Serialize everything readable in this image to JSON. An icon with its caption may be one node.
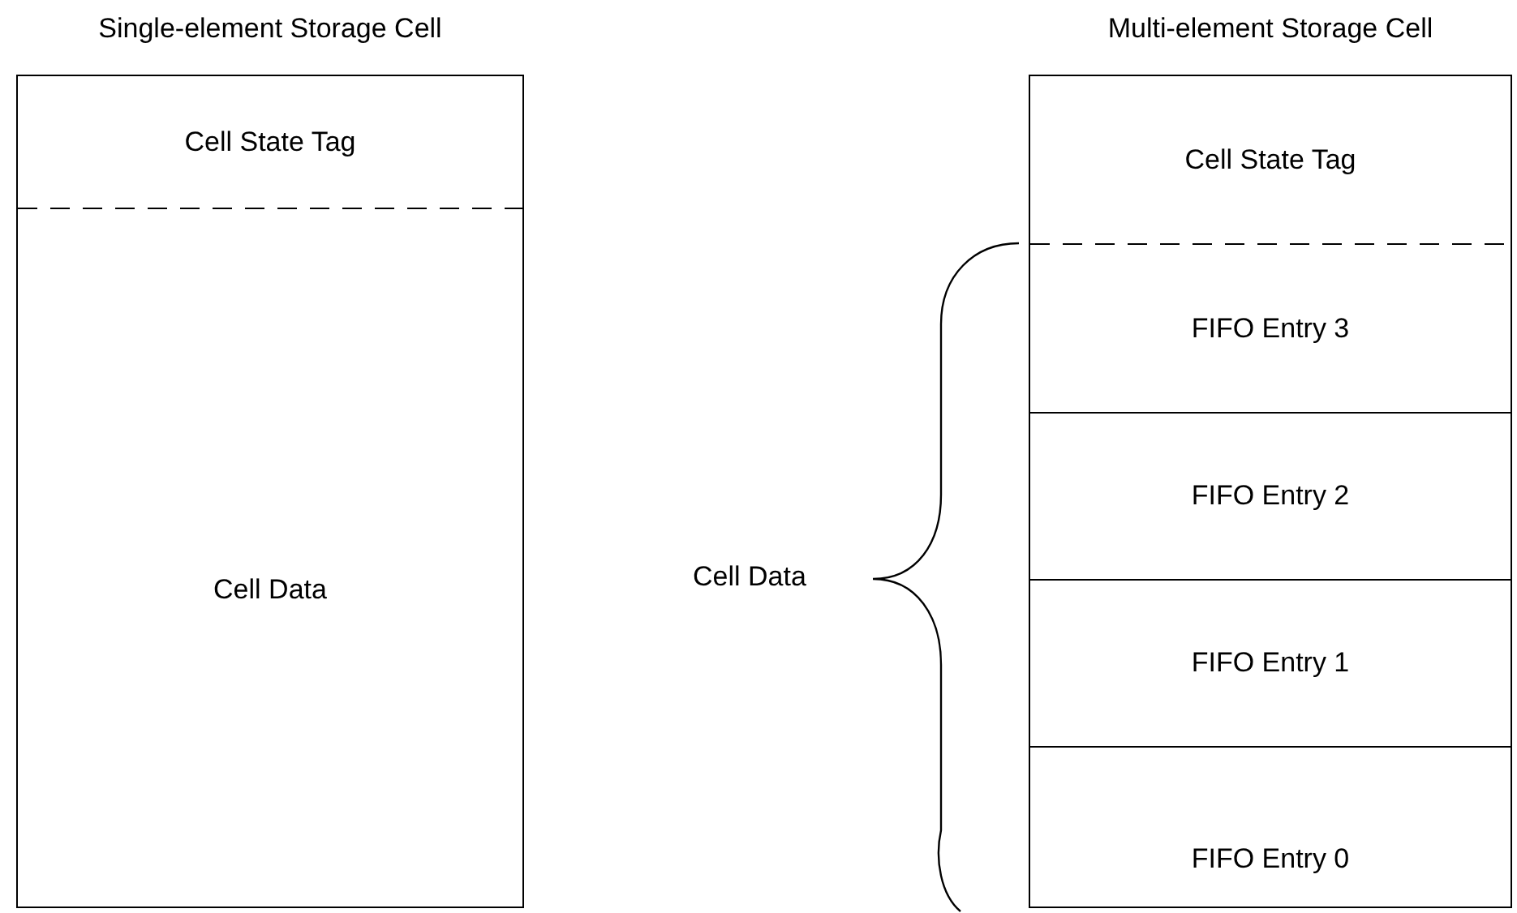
{
  "diagram": {
    "nodes": [
      {
        "text": [
          "Single-element Storage Cell"
        ]
      },
      {
        "text": [
          "Cell State Tag"
        ],
        "in": 0
      },
      {
        "text": [
          "Cell Data"
        ],
        "in": 0
      },
      {
        "text": [
          "Multi-element Storage Cell"
        ]
      },
      {
        "text": [
          "Cell State Tag"
        ],
        "in": 3
      },
      {
        "text": [
          "FIFO Entry 3"
        ],
        "in": 3
      },
      {
        "text": [
          "FIFO Entry 2"
        ],
        "in": 3
      },
      {
        "text": [
          "FIFO Entry 1"
        ],
        "in": 3
      },
      {
        "text": [
          "FIFO Entry 0"
        ],
        "in": 3
      }
    ],
    "edges": [],
    "labels": [
      "Cell Data"
    ]
  }
}
